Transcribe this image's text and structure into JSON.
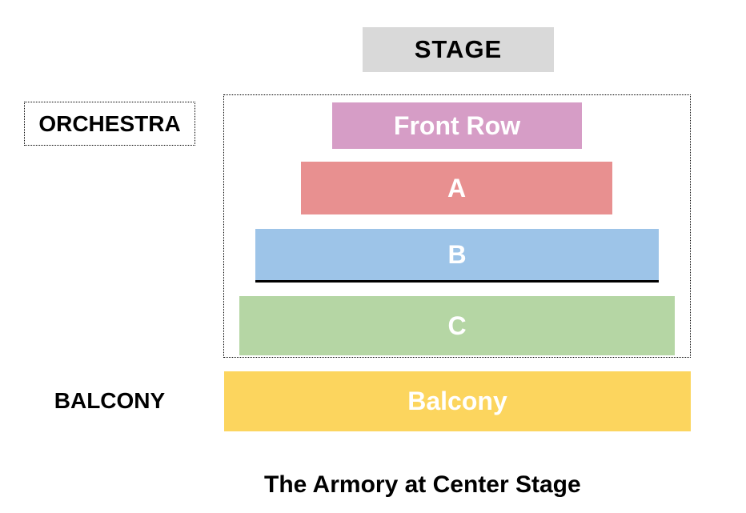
{
  "stage": {
    "label": "STAGE",
    "bg_color": "#d9d9d9"
  },
  "venue_map": {
    "orchestra": {
      "section_label": "ORCHESTRA",
      "rows": [
        {
          "label": "Front Row",
          "color": "#d69dc6"
        },
        {
          "label": "A",
          "color": "#e89090"
        },
        {
          "label": "B",
          "color": "#9dc4e8"
        },
        {
          "label": "C",
          "color": "#b5d6a4"
        }
      ]
    },
    "balcony": {
      "section_label": "BALCONY",
      "row": {
        "label": "Balcony",
        "color": "#fcd55e"
      }
    }
  },
  "title": "The Armory at Center Stage",
  "colors": {
    "row_text": "#ffffff",
    "label_text": "#000000",
    "row_b_underline": "#000000"
  }
}
